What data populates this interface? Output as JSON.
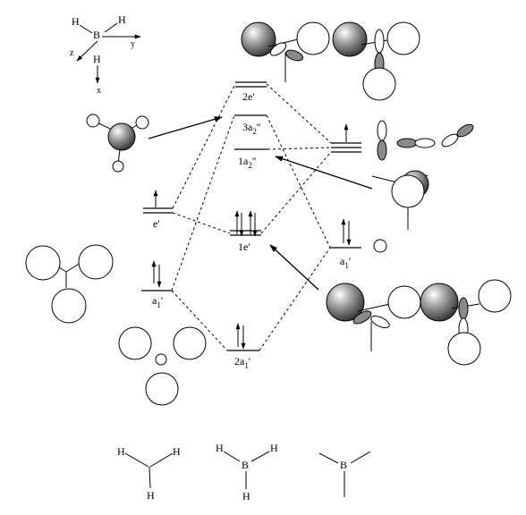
{
  "axes": {
    "x": "x",
    "y": "y",
    "z": "z",
    "h": "H",
    "b": "B"
  },
  "levels": {
    "e_prime": "e'",
    "a1_prime_left": "a",
    "two_e_prime": "2e'",
    "three_a2": "3a",
    "one_a2": "1a",
    "one_e_prime": "1e'",
    "two_a1": "2a",
    "a1_prime_right": "a"
  },
  "subscripts": {
    "one": "1",
    "two": "2"
  },
  "primes": {
    "single": "'",
    "double": "''"
  },
  "molecules": {
    "h": "H",
    "b": "B"
  }
}
